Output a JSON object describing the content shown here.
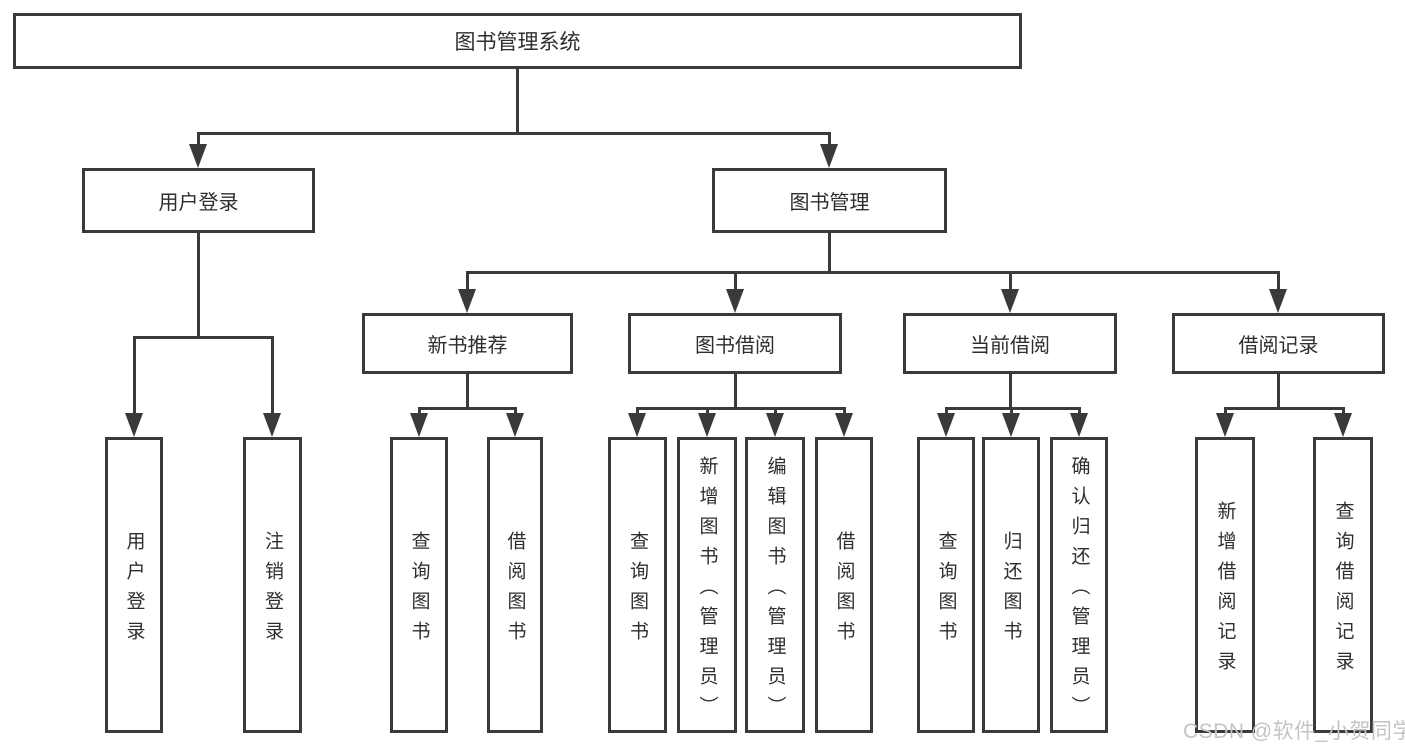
{
  "tree": {
    "root": {
      "label": "图书管理系统"
    },
    "branches": [
      {
        "label": "用户登录",
        "children": [
          {
            "label": "用户登录"
          },
          {
            "label": "注销登录"
          }
        ]
      },
      {
        "label": "图书管理",
        "children": [
          {
            "label": "新书推荐",
            "children": [
              {
                "label": "查询图书"
              },
              {
                "label": "借阅图书"
              }
            ]
          },
          {
            "label": "图书借阅",
            "children": [
              {
                "label": "查询图书"
              },
              {
                "label": "新增图书（管理员）"
              },
              {
                "label": "编辑图书（管理员）"
              },
              {
                "label": "借阅图书"
              }
            ]
          },
          {
            "label": "当前借阅",
            "children": [
              {
                "label": "查询图书"
              },
              {
                "label": "归还图书"
              },
              {
                "label": "确认归还（管理员）"
              }
            ]
          },
          {
            "label": "借阅记录",
            "children": [
              {
                "label": "新增借阅记录"
              },
              {
                "label": "查询借阅记录"
              }
            ]
          }
        ]
      }
    ]
  },
  "watermark": {
    "text": "CSDN @软件_小贺同学"
  },
  "colors": {
    "line": "#3a3a3a",
    "text": "#2e2e2e",
    "background": "#ffffff",
    "watermark": "#c4c4c4"
  }
}
